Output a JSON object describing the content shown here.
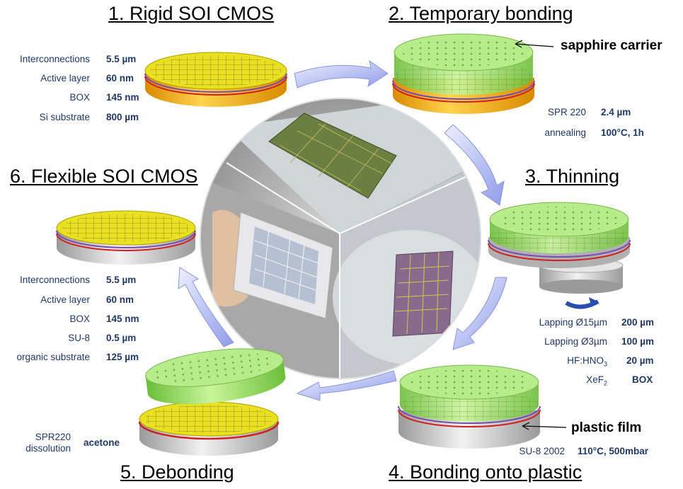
{
  "steps": [
    {
      "title": "1. Rigid SOI CMOS"
    },
    {
      "title": "2. Temporary bonding"
    },
    {
      "title": "3. Thinning"
    },
    {
      "title": "4. Bonding onto plastic"
    },
    {
      "title": "5. Debonding"
    },
    {
      "title": "6. Flexible SOI CMOS"
    }
  ],
  "step1_params": [
    {
      "label": "Interconnections",
      "value": "5.5 µm"
    },
    {
      "label": "Active layer",
      "value": "60 nm"
    },
    {
      "label": "BOX",
      "value": "145 nm"
    },
    {
      "label": "Si substrate",
      "value": "800 µm"
    }
  ],
  "step2_callout": "sapphire carrier",
  "step2_params": [
    {
      "label": "SPR 220",
      "value": "2.4 µm"
    },
    {
      "label": "annealing",
      "value": "100°C, 1h"
    }
  ],
  "step3_params": [
    {
      "label": "Lapping Ø15µm",
      "value": "200 µm"
    },
    {
      "label": "Lapping Ø3µm",
      "value": "100 µm"
    },
    {
      "label": "HF:HNO",
      "sub": "3",
      "value": "20 µm"
    },
    {
      "label": "XeF",
      "sub": "2",
      "value": "BOX"
    }
  ],
  "step4_callout": "plastic film",
  "step4_params": [
    {
      "label": "SU-8 2002",
      "value": "110°C, 500mbar"
    }
  ],
  "step5_params": [
    {
      "label_line1": "SPR220",
      "label_line2": "dissolution",
      "value": "acetone"
    }
  ],
  "step6_params": [
    {
      "label": "Interconnections",
      "value": "5.5 µm"
    },
    {
      "label": "Active layer",
      "value": "60 nm"
    },
    {
      "label": "BOX",
      "value": "145 nm"
    },
    {
      "label": "SU-8",
      "value": "0.5 µm"
    },
    {
      "label": "organic substrate",
      "value": "125 µm"
    }
  ],
  "colors": {
    "wafer_top": "#e8e020",
    "wafer_side": "#f0a800",
    "carrier_green": "#9ee070",
    "grey_base": "#c8c8c8",
    "arrow_blue": "#aeb8f0",
    "label_navy": "#1f3864",
    "red_layer": "#d02020",
    "purple_layer": "#7a4bb0"
  }
}
